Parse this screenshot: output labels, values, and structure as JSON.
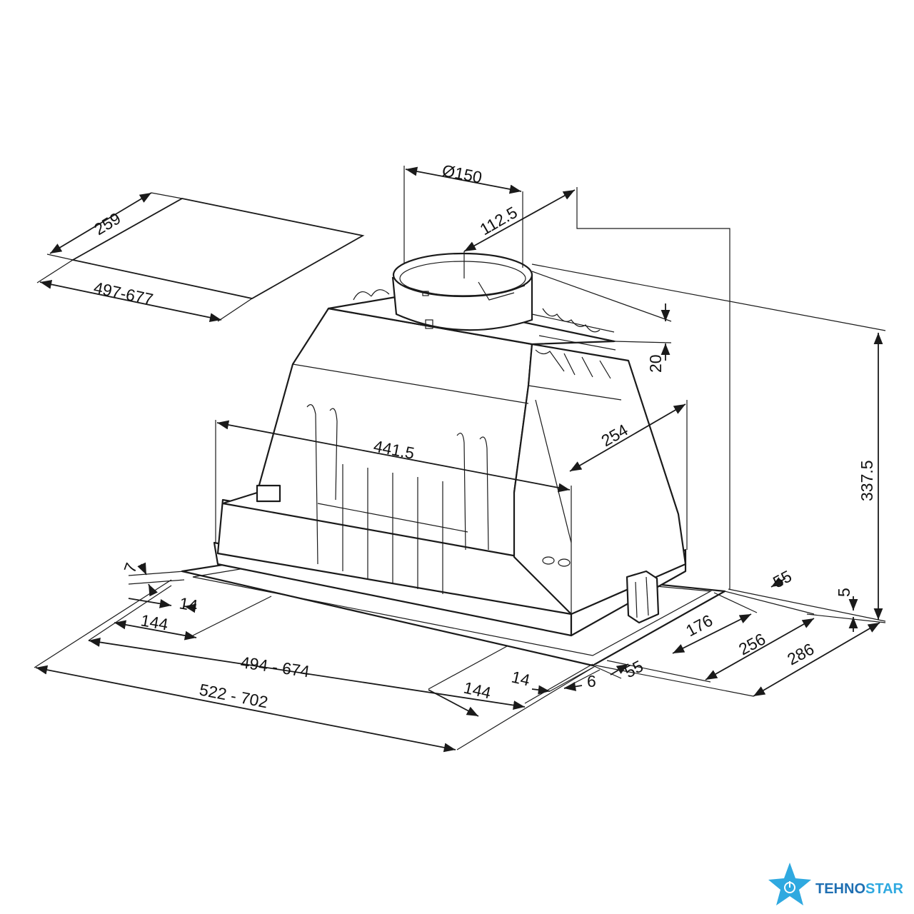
{
  "cutout": {
    "depth": "259",
    "width": "497-677"
  },
  "dimensions": {
    "duct_diameter": "Ø150",
    "duct_offset": "112.5",
    "duct_collar": "20",
    "total_height": "337.5",
    "body_width": "441.5",
    "body_depth": "254",
    "left_edge": "7",
    "left_inset": "14",
    "left_rail": "144",
    "inner_width": "494  -  674",
    "outer_width": "522  -  702",
    "right_rail": "144",
    "right_inset": "14",
    "right_edge": "6",
    "front_margin": "55",
    "depth_inner": "176",
    "depth_mid": "256",
    "depth_outer": "286",
    "back_margin": "55",
    "frame_height": "5"
  },
  "brand": {
    "name_part1": "TEHNO",
    "name_part2": "STAR",
    "color_primary": "#1f6fb2",
    "color_accent": "#2fa9e0"
  },
  "colors": {
    "line": "#1a1a1a",
    "background": "#ffffff"
  }
}
